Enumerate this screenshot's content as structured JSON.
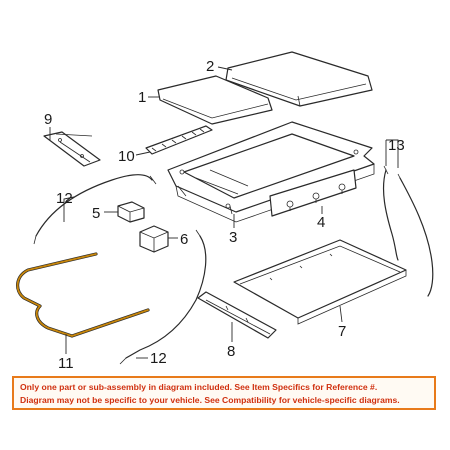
{
  "callouts": {
    "c1": "1",
    "c2": "2",
    "c3": "3",
    "c4": "4",
    "c5": "5",
    "c6": "6",
    "c7": "7",
    "c8": "8",
    "c9": "9",
    "c10": "10",
    "c11": "11",
    "c12a": "12",
    "c12b": "12",
    "c13": "13"
  },
  "notice": {
    "line1": "Only one part or sub-assembly in diagram included. See Item Specifics for Reference #.",
    "line2": "Diagram may not be specific to your vehicle. See Compatibility for vehicle-specific diagrams."
  },
  "colors": {
    "notice_border": "#e87a1a",
    "notice_text": "#d0300f",
    "highlight_part": "#c8860a"
  }
}
